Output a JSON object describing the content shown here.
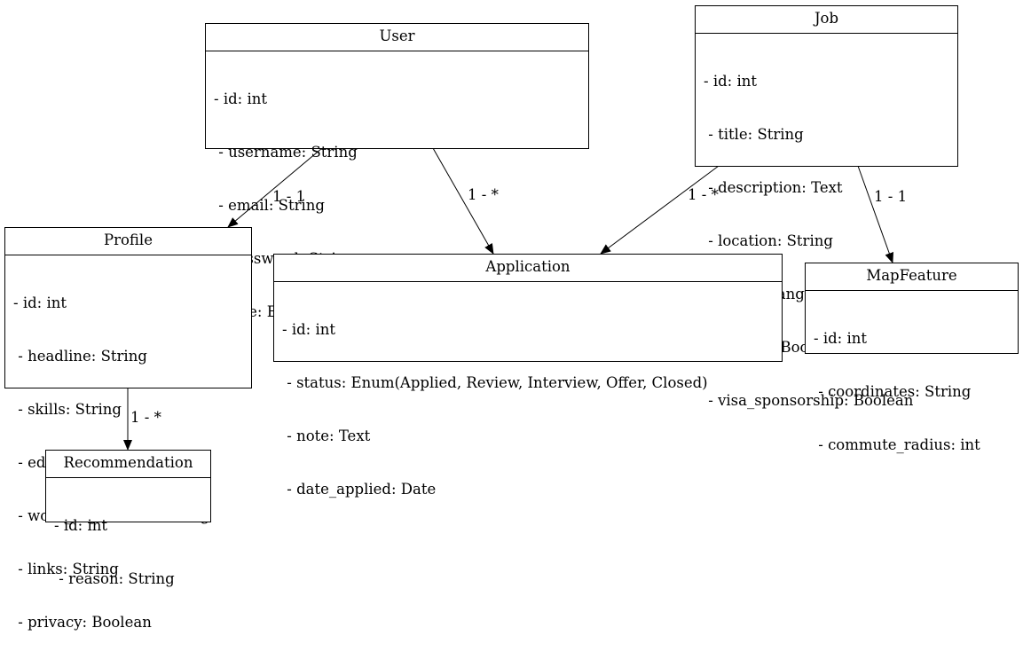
{
  "classes": {
    "user": {
      "name": "User",
      "attributes": [
        "- id: int",
        " - username: String",
        " - email: String",
        " - password: String",
        " - role: Enum(JobSeeker, Recruiter, Admin)"
      ]
    },
    "job": {
      "name": "Job",
      "attributes": [
        "- id: int",
        " - title: String",
        " - description: Text",
        " - location: String",
        " - salary_range: String",
        " - remote: Boolean",
        " - visa_sponsorship: Boolean"
      ]
    },
    "profile": {
      "name": "Profile",
      "attributes": [
        "- id: int",
        " - headline: String",
        " - skills: String",
        " - education: String",
        " - work_experience: String",
        " - links: String",
        " - privacy: Boolean"
      ]
    },
    "application": {
      "name": "Application",
      "attributes": [
        "- id: int",
        " - status: Enum(Applied, Review, Interview, Offer, Closed)",
        " - note: Text",
        " - date_applied: Date"
      ]
    },
    "mapfeature": {
      "name": "MapFeature",
      "attributes": [
        "- id: int",
        " - coordinates: String",
        " - commute_radius: int"
      ]
    },
    "recommendation": {
      "name": "Recommendation",
      "attributes": [
        "- id: int",
        " - reason: String"
      ]
    }
  },
  "relations": [
    {
      "from": "user",
      "to": "profile",
      "label": "1 - 1"
    },
    {
      "from": "user",
      "to": "application",
      "label": "1 - *"
    },
    {
      "from": "job",
      "to": "application",
      "label": "1 - *"
    },
    {
      "from": "job",
      "to": "mapfeature",
      "label": "1 - 1"
    },
    {
      "from": "profile",
      "to": "recommendation",
      "label": "1 - *"
    }
  ]
}
